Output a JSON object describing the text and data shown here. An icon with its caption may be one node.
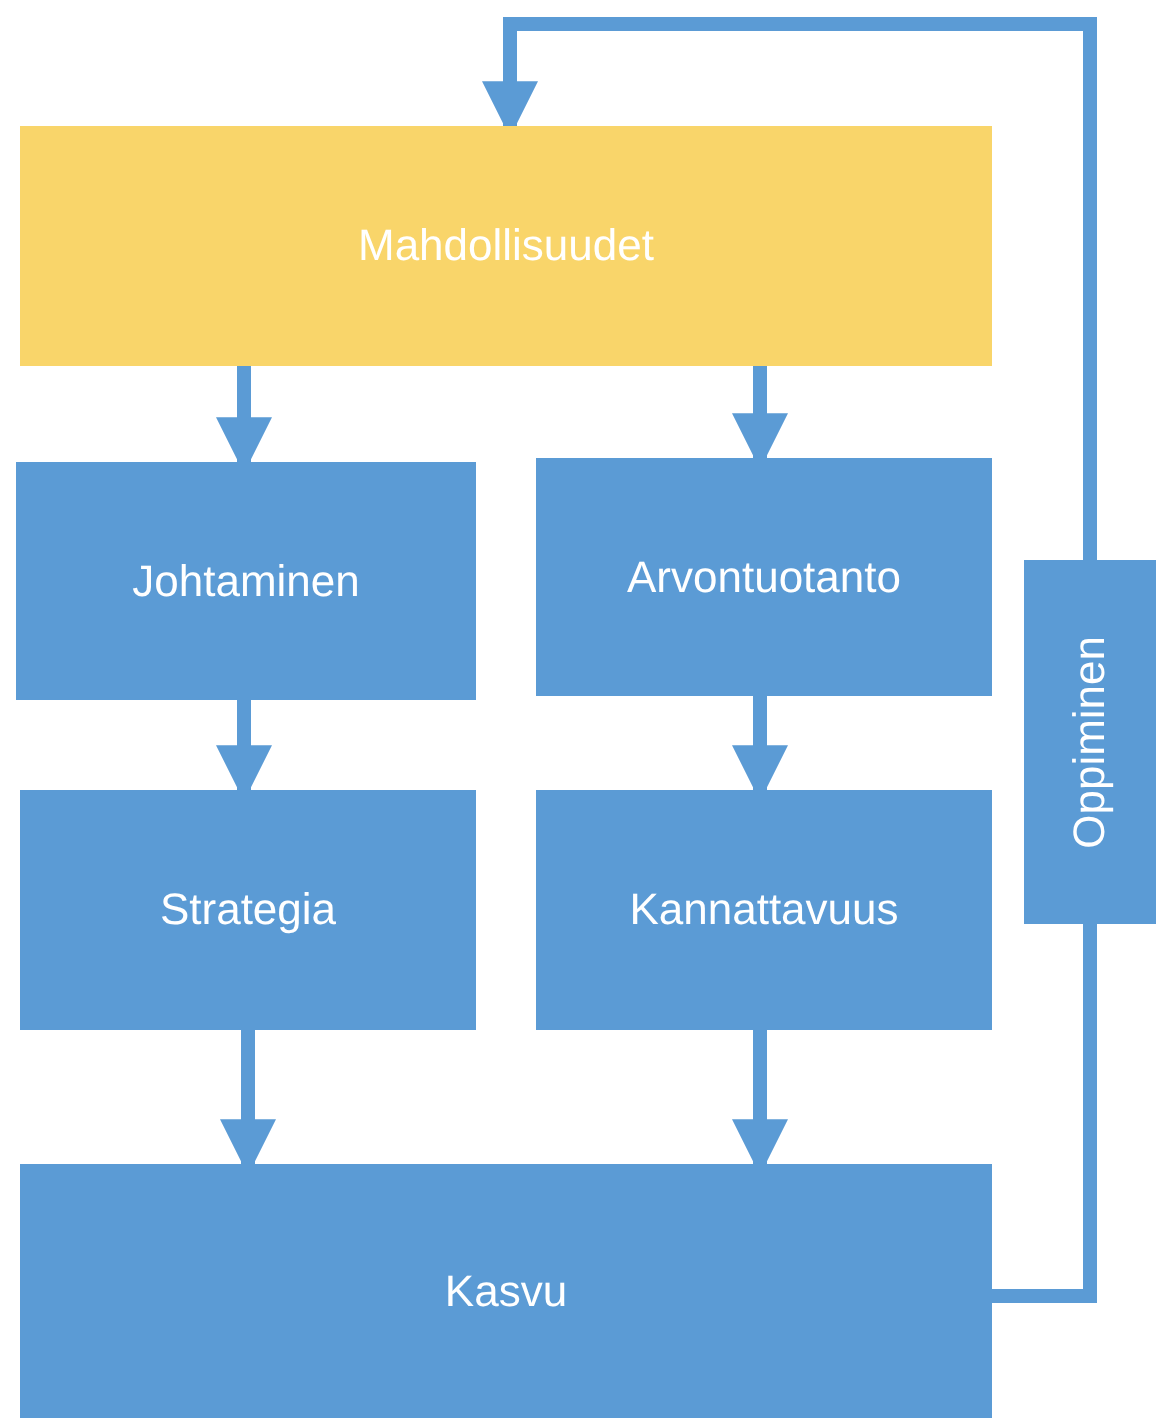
{
  "diagram": {
    "nodes": [
      {
        "text": [
          "Mahdollisuudet"
        ]
      },
      {
        "text": [
          "Johtaminen"
        ]
      },
      {
        "text": [
          "Arvontuotanto"
        ]
      },
      {
        "text": [
          "Strategia"
        ]
      },
      {
        "text": [
          "Kannattavuus"
        ]
      },
      {
        "text": [
          "Kasvu"
        ]
      },
      {
        "text": [
          "Oppiminen"
        ]
      }
    ],
    "edges": [
      {
        "from": 0,
        "to": 1,
        "arrow": "to"
      },
      {
        "from": 0,
        "to": 2,
        "arrow": "to"
      },
      {
        "from": 1,
        "to": 3,
        "arrow": "to"
      },
      {
        "from": 2,
        "to": 4,
        "arrow": "to"
      },
      {
        "from": 3,
        "to": 5,
        "arrow": "to"
      },
      {
        "from": 4,
        "to": 5,
        "arrow": "to"
      },
      {
        "from": 5,
        "to": 6,
        "arrow": "none"
      },
      {
        "from": 6,
        "to": 0,
        "arrow": "to"
      }
    ]
  }
}
